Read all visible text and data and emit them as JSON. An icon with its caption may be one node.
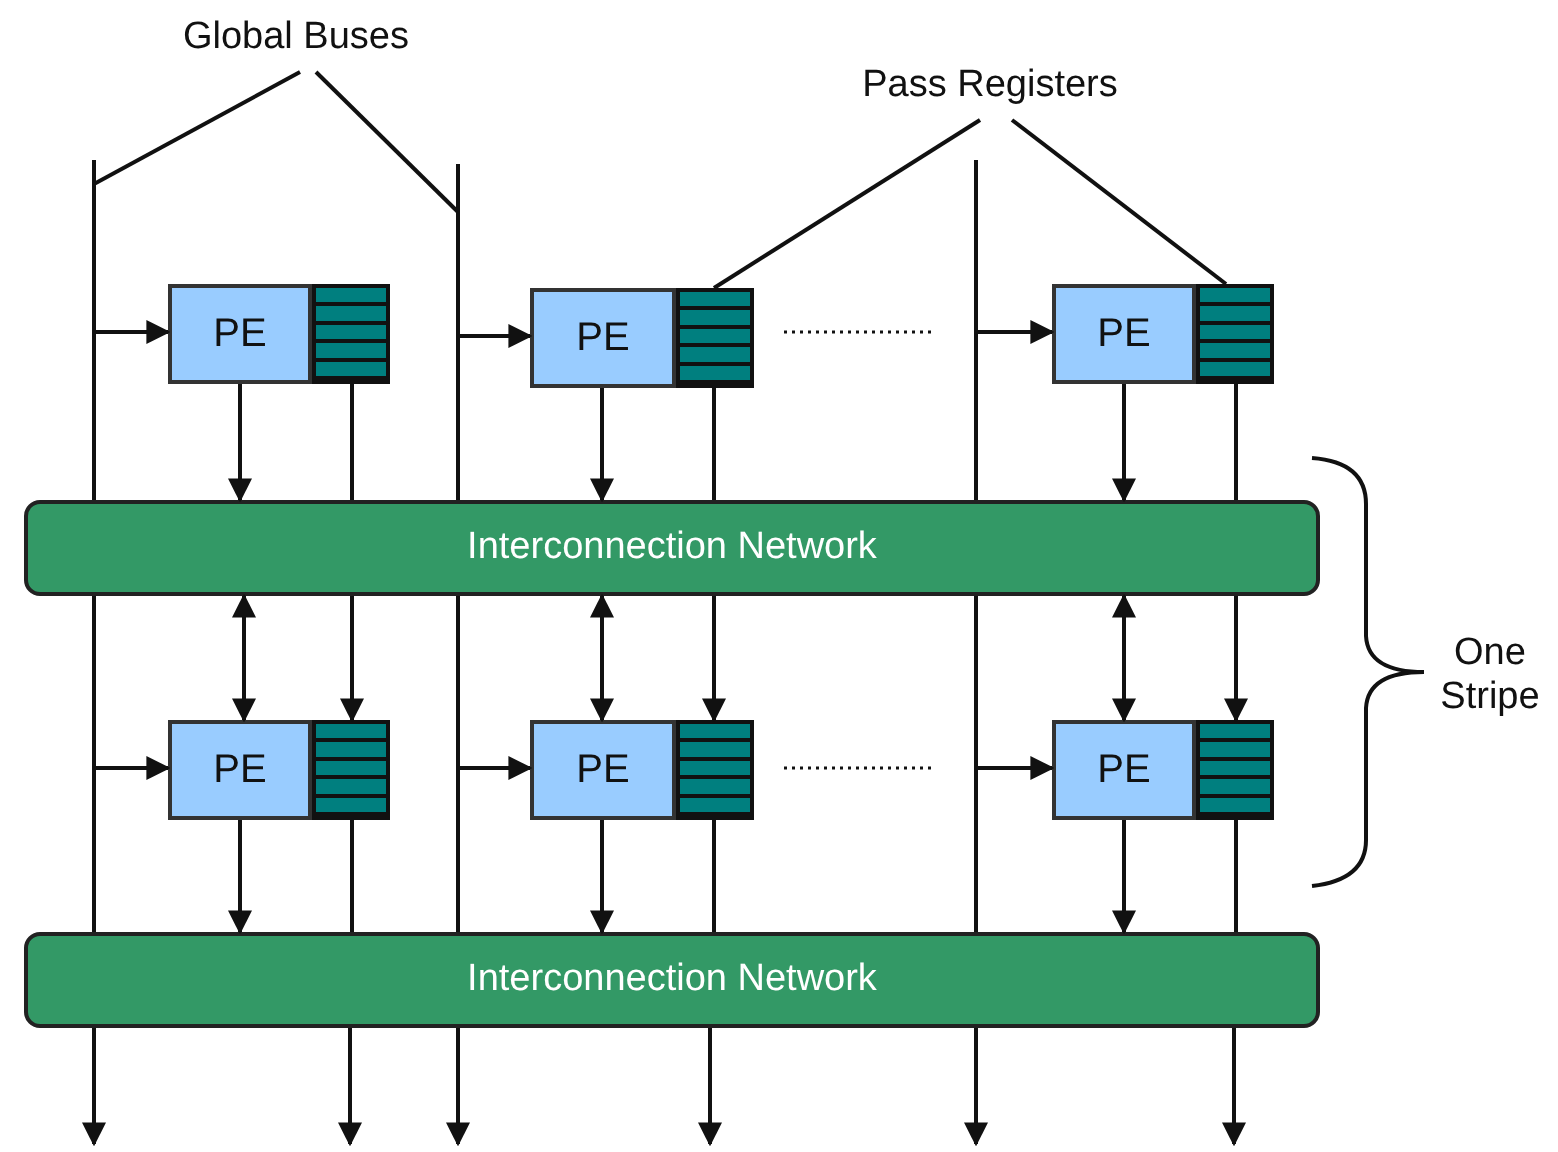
{
  "diagram": {
    "nodes": [
      {
        "text": [
          "Global Buses"
        ]
      },
      {
        "text": [
          "Pass Registers"
        ]
      },
      {
        "text": [],
        "shape": "bar"
      },
      {
        "text": [],
        "shape": "bar"
      },
      {
        "text": [],
        "shape": "bar"
      },
      {
        "text": [
          "PE"
        ]
      },
      {
        "text": [],
        "shape": "box"
      },
      {
        "text": [
          "PE"
        ]
      },
      {
        "text": [],
        "shape": "box"
      },
      {
        "text": [
          "PE"
        ]
      },
      {
        "text": [],
        "shape": "box"
      },
      {
        "text": [
          "Interconnection Network"
        ]
      },
      {
        "text": [
          "PE"
        ]
      },
      {
        "text": [],
        "shape": "box"
      },
      {
        "text": [
          "PE"
        ]
      },
      {
        "text": [],
        "shape": "box"
      },
      {
        "text": [
          "PE"
        ]
      },
      {
        "text": [],
        "shape": "box"
      },
      {
        "text": [
          "Interconnection Network"
        ]
      },
      {
        "text": [],
        "shape": "bar"
      },
      {
        "text": [],
        "shape": "bar"
      },
      {
        "text": [],
        "shape": "bar"
      }
    ],
    "edges": [
      {
        "from": 0,
        "to": 2,
        "arrow": "none"
      },
      {
        "from": 0,
        "to": 3,
        "arrow": "none"
      },
      {
        "from": 1,
        "to": 8,
        "arrow": "none"
      },
      {
        "from": 1,
        "to": 10,
        "arrow": "none"
      },
      {
        "from": 2,
        "to": 5,
        "arrow": "to"
      },
      {
        "from": 3,
        "to": 7,
        "arrow": "to"
      },
      {
        "from": 4,
        "to": 9,
        "arrow": "to"
      },
      {
        "from": 5,
        "to": 11,
        "arrow": "to"
      },
      {
        "from": 6,
        "to": 11,
        "arrow": "none"
      },
      {
        "from": 7,
        "to": 11,
        "arrow": "to"
      },
      {
        "from": 8,
        "to": 11,
        "arrow": "none"
      },
      {
        "from": 9,
        "to": 11,
        "arrow": "to"
      },
      {
        "from": 10,
        "to": 11,
        "arrow": "none"
      },
      {
        "from": 11,
        "to": 12,
        "arrow": "both"
      },
      {
        "from": 11,
        "to": 13,
        "arrow": "to"
      },
      {
        "from": 11,
        "to": 14,
        "arrow": "both"
      },
      {
        "from": 11,
        "to": 15,
        "arrow": "to"
      },
      {
        "from": 11,
        "to": 16,
        "arrow": "both"
      },
      {
        "from": 11,
        "to": 17,
        "arrow": "to"
      },
      {
        "from": 19,
        "to": 12,
        "arrow": "to"
      },
      {
        "from": 20,
        "to": 14,
        "arrow": "to"
      },
      {
        "from": 21,
        "to": 16,
        "arrow": "to"
      },
      {
        "from": 12,
        "to": 18,
        "arrow": "to"
      },
      {
        "from": 13,
        "to": 18,
        "arrow": "none"
      },
      {
        "from": 14,
        "to": 18,
        "arrow": "to"
      },
      {
        "from": 15,
        "to": 18,
        "arrow": "none"
      },
      {
        "from": 16,
        "to": 18,
        "arrow": "to"
      },
      {
        "from": 17,
        "to": 18,
        "arrow": "none"
      },
      {
        "from": 18,
        "to": null,
        "arrow": "to"
      },
      {
        "from": 18,
        "to": null,
        "arrow": "to"
      },
      {
        "from": 18,
        "to": null,
        "arrow": "to"
      },
      {
        "from": 18,
        "to": null,
        "arrow": "to"
      },
      {
        "from": 18,
        "to": null,
        "arrow": "to"
      },
      {
        "from": 18,
        "to": null,
        "arrow": "to"
      }
    ],
    "labels": [
      "One Stripe"
    ]
  }
}
